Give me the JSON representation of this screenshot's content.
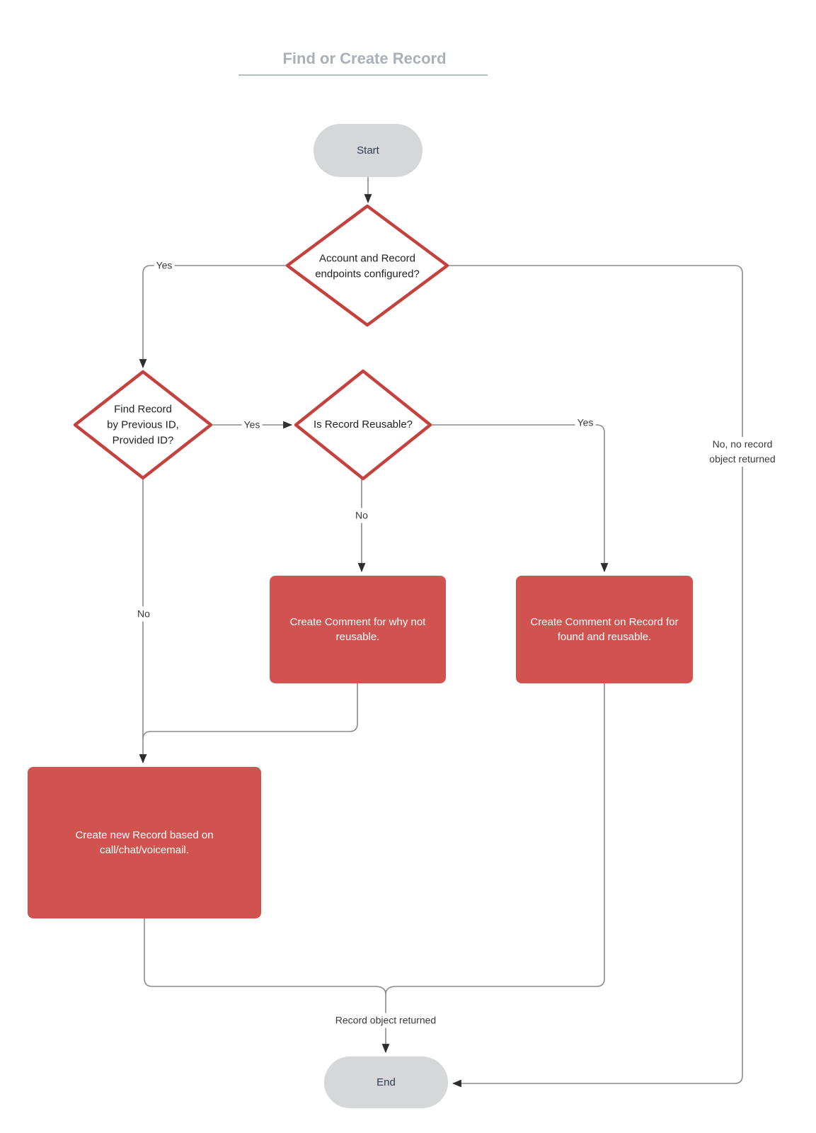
{
  "title": "Find or Create Record",
  "nodes": {
    "start": "Start",
    "end": "End",
    "endpoints_decision": "Account and Record\nendpoints configured?",
    "find_record_decision": "Find Record\nby Previous ID,\nProvided ID?",
    "reusable_decision": "Is Record Reusable?",
    "comment_not_reusable": "Create Comment for why not\nreusable.",
    "comment_found_reusable": "Create Comment on Record for\nfound and reusable.",
    "create_new_record": "Create new Record based on\ncall/chat/voicemail."
  },
  "edge_labels": {
    "endpoints_yes": "Yes",
    "endpoints_no": "No, no record\nobject returned",
    "find_yes": "Yes",
    "find_no": "No",
    "reusable_yes": "Yes",
    "reusable_no": "No",
    "record_returned": "Record object returned"
  },
  "colors": {
    "process_fill": "#d0534f",
    "decision_stroke": "#c5413d",
    "terminator_fill": "#d5d7d9",
    "terminator_text": "#2d3c55",
    "process_text": "#ffffff",
    "decision_text": "#1f1f1f",
    "connector": "#8c8c8c",
    "arrowhead": "#2e2e2e",
    "label_text": "#3a3a3a",
    "title_text": "#a9b0ba",
    "title_underline": "#b6bcc6",
    "background": "#ffffff"
  }
}
